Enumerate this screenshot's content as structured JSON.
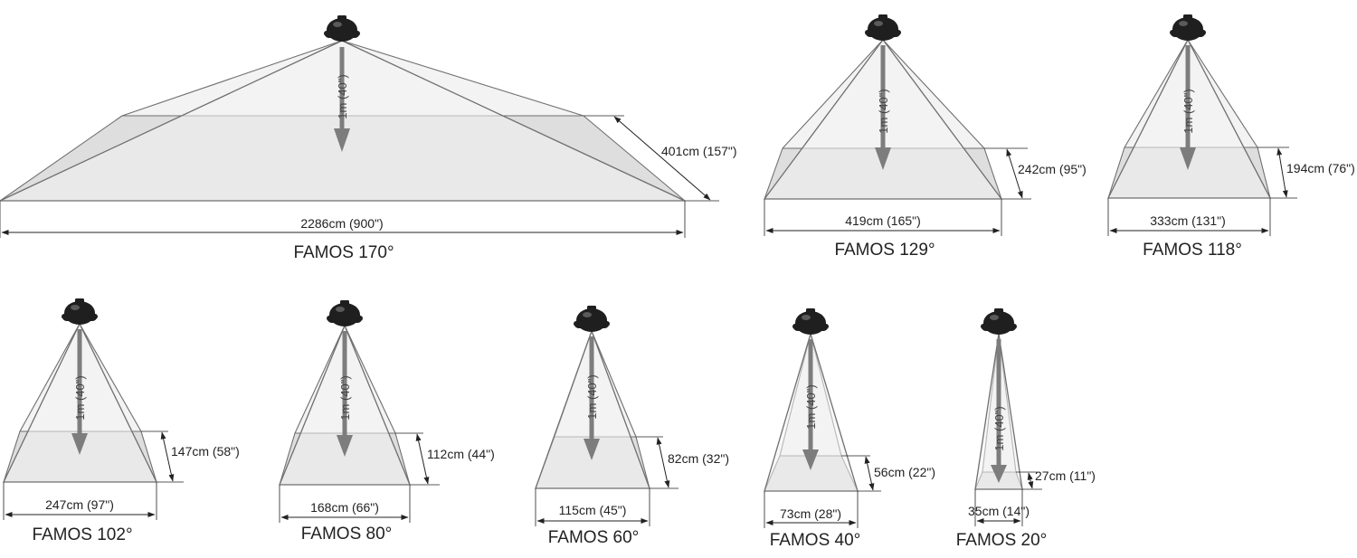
{
  "colors": {
    "cone_fill": "#f3f3f3",
    "floor_fill": "#dedede",
    "outline": "#6f6f6f",
    "arrow": "#7d7d7d",
    "dimension_line": "#222222",
    "lamp_body": "#1f1f1f",
    "lamp_highlight": "#5a5a5a"
  },
  "icons": {
    "lamp": "pendant-lamp-icon",
    "arrow": "down-arrow-icon",
    "dimension": "double-arrow-icon"
  },
  "diagrams": [
    {
      "id": "famos-170",
      "name": "FAMOS 170°",
      "drop": "1m (40\")",
      "width": "2286cm (900\")",
      "depth": "401cm (157\")"
    },
    {
      "id": "famos-129",
      "name": "FAMOS 129°",
      "drop": "1m (40\")",
      "width": "419cm (165\")",
      "depth": "242cm (95\")"
    },
    {
      "id": "famos-118",
      "name": "FAMOS 118°",
      "drop": "1m (40\")",
      "width": "333cm (131\")",
      "depth": "194cm (76\")"
    },
    {
      "id": "famos-102",
      "name": "FAMOS 102°",
      "drop": "1m (40\")",
      "width": "247cm (97\")",
      "depth": "147cm (58\")"
    },
    {
      "id": "famos-80",
      "name": "FAMOS 80°",
      "drop": "1m (40\")",
      "width": "168cm (66\")",
      "depth": "112cm (44\")"
    },
    {
      "id": "famos-60",
      "name": "FAMOS 60°",
      "drop": "1m (40\")",
      "width": "115cm (45\")",
      "depth": "82cm (32\")"
    },
    {
      "id": "famos-40",
      "name": "FAMOS 40°",
      "drop": "1m (40\")",
      "width": "73cm (28\")",
      "depth": "56cm (22\")"
    },
    {
      "id": "famos-20",
      "name": "FAMOS 20°",
      "drop": "1m (40\")",
      "width": "35cm (14\")",
      "depth": "27cm (11\")"
    }
  ]
}
